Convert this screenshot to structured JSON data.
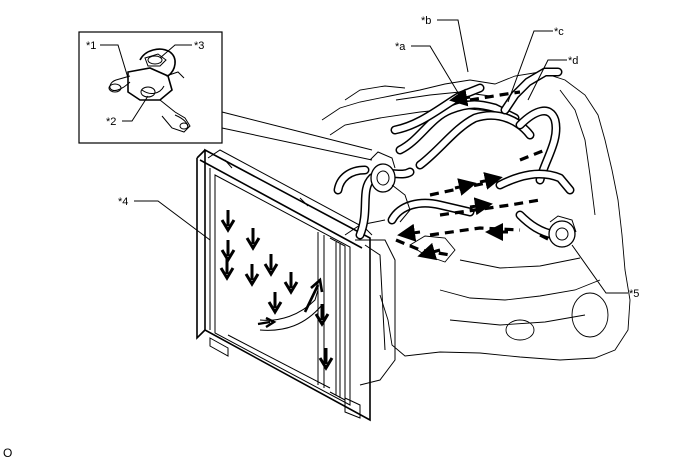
{
  "callouts": {
    "c1": "*1",
    "c2": "*2",
    "c3": "*3",
    "c4": "*4",
    "c5": "*5",
    "ca": "*a",
    "cb": "*b",
    "cc": "*c",
    "cd": "*d"
  },
  "footer_code": "O"
}
